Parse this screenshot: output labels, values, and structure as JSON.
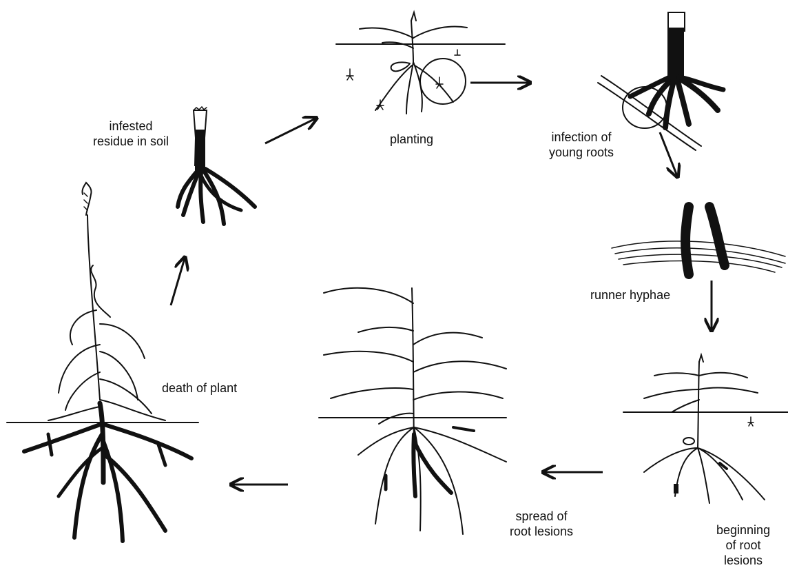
{
  "labels": {
    "infested_residue": [
      "infested",
      "residue in soil"
    ],
    "planting": "planting",
    "infection": [
      "infection of",
      "young roots"
    ],
    "runner_hyphae": "runner hyphae",
    "beginning": [
      "beginning",
      "of root",
      "lesions"
    ],
    "spread": [
      "spread of",
      "root lesions"
    ],
    "death": "death of plant"
  },
  "colors": {
    "ink": "#111111",
    "background": "#ffffff"
  }
}
